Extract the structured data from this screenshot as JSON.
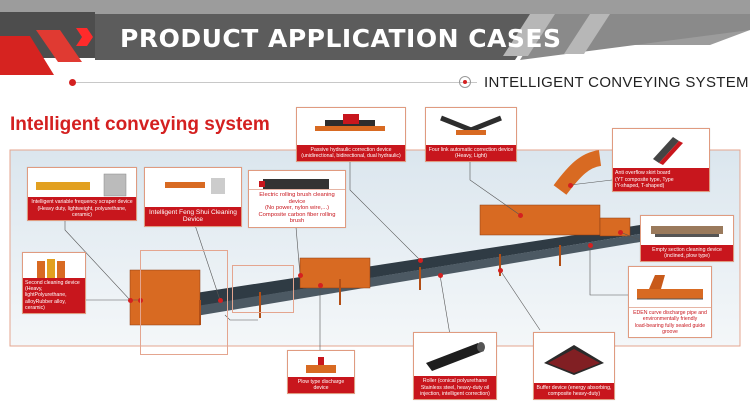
{
  "header": {
    "title": "PRODUCT APPLICATION CASES",
    "subtitle": "INTELLIGENT CONVEYING SYSTEM"
  },
  "section": {
    "title": "Intelligent conveying system"
  },
  "colors": {
    "accent": "#d42020",
    "banner_dark": "#5a5a5a",
    "banner_light": "#9a9a9a"
  },
  "devices": {
    "passive_hydraulic": {
      "label": "Passive hydraulic correction device\n(unidirectional, bidirectional, dual hydraulic)"
    },
    "four_link": {
      "label": "Four link automatic correction device\n(Heavy, Light)"
    },
    "anti_overflow": {
      "label": "Anti overflow skirt board\n(YT composite type, Type\nIY-shaped, T-shaped)"
    },
    "empty_section": {
      "label": "Empty section cleaning device\n(inclined, plow type)"
    },
    "eden_curve": {
      "label": "EDEN curve discharge pipe and\nenvironmentally friendly\nload-bearing fully sealed guide groove"
    },
    "buffer": {
      "label": "Buffer device (energy absorbing,\ncomposite heavy-duty)"
    },
    "roller": {
      "label": "Roller (conical polyurethane\nStainless steel, heavy-duty oil\ninjection, intelligent correction)"
    },
    "plow_type": {
      "label": "Plow type discharge device"
    },
    "second_cleaning": {
      "label": "Second cleaning device\n(Heavy, lightPolyurethane,\nalloyRubber alloy, ceramic)"
    },
    "variable_scraper": {
      "label": "Intelligent variable frequency scraper device\n(Heavy duty, lightweight, polyurethane, ceramic)"
    },
    "feng_shui": {
      "label": "Intelligent Feng Shui Cleaning Device"
    },
    "rolling_brush": {
      "label": "Electric rolling brush cleaning device\n(No power, nylon wire,...)\nComposite carbon fiber rolling brush"
    }
  }
}
